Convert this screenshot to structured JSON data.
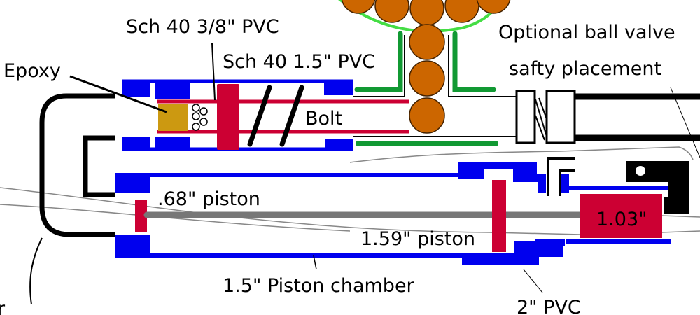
{
  "labels": {
    "sch40_38": "Sch 40 3/8\" PVC",
    "sch40_15": "Sch 40 1.5\" PVC",
    "epoxy": "Epoxy",
    "bolt": "Bolt",
    "piston_068": ".68\" piston",
    "piston_159": "1.59\" piston",
    "piston_103": "1.03\"",
    "piston_chamber": "1.5\" Piston chamber",
    "pvc_2": "2\" PVC",
    "ball_valve_1": "Optional ball valve",
    "ball_valve_2": "safty placement",
    "cut_off": "r"
  },
  "colors": {
    "pvc_blue": "#0000ee",
    "piston_red": "#cc0033",
    "epoxy": "#cc9911",
    "hopper_green": "#119933",
    "hopper_arc": "#44dd44",
    "ball": "#cc6600",
    "rod": "#777777"
  }
}
